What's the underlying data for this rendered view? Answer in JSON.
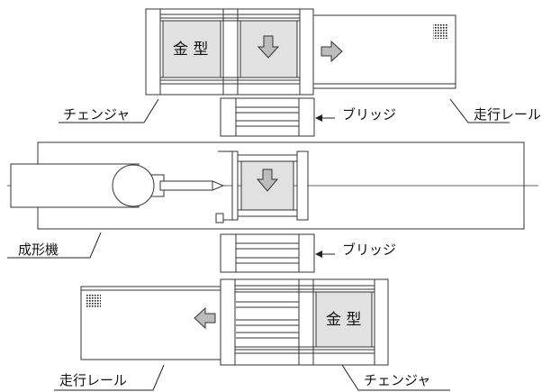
{
  "labels": {
    "changer_top": "チェンジャ",
    "rail_top": "走行レール",
    "bridge_top": "ブリッジ",
    "machine": "成形機",
    "bridge_bottom": "ブリッジ",
    "rail_bottom": "走行レール",
    "changer_bottom": "チェンジャ"
  },
  "mold_top": "金 型",
  "mold_bottom": "金 型",
  "colors": {
    "mold_fill": "#e1e1e1",
    "arrow_fill": "#bcbcbc",
    "stroke": "#333333",
    "hatch": "#222222"
  }
}
